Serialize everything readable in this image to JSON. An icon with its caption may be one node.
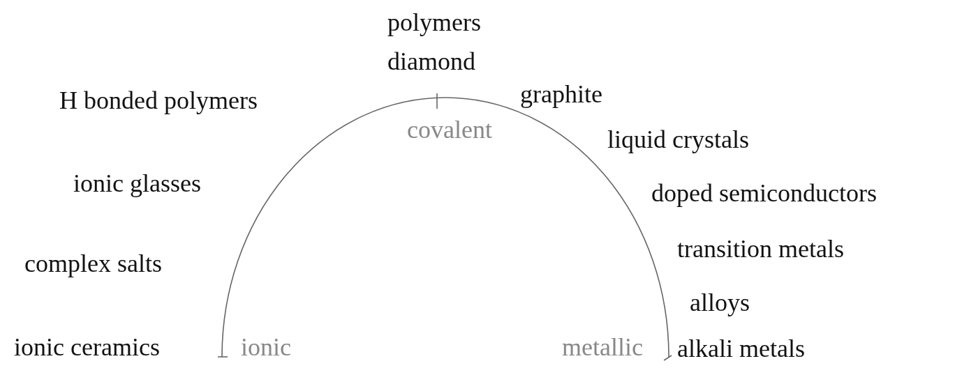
{
  "diagram": {
    "labels": [
      "polymers",
      "diamond",
      "H bonded polymers",
      "graphite",
      "covalent",
      "liquid crystals",
      "ionic glasses",
      "doped semiconductors",
      "transition metals",
      "complex salts",
      "alloys",
      "ionic ceramics",
      "ionic",
      "metallic",
      "alkali metals"
    ]
  }
}
